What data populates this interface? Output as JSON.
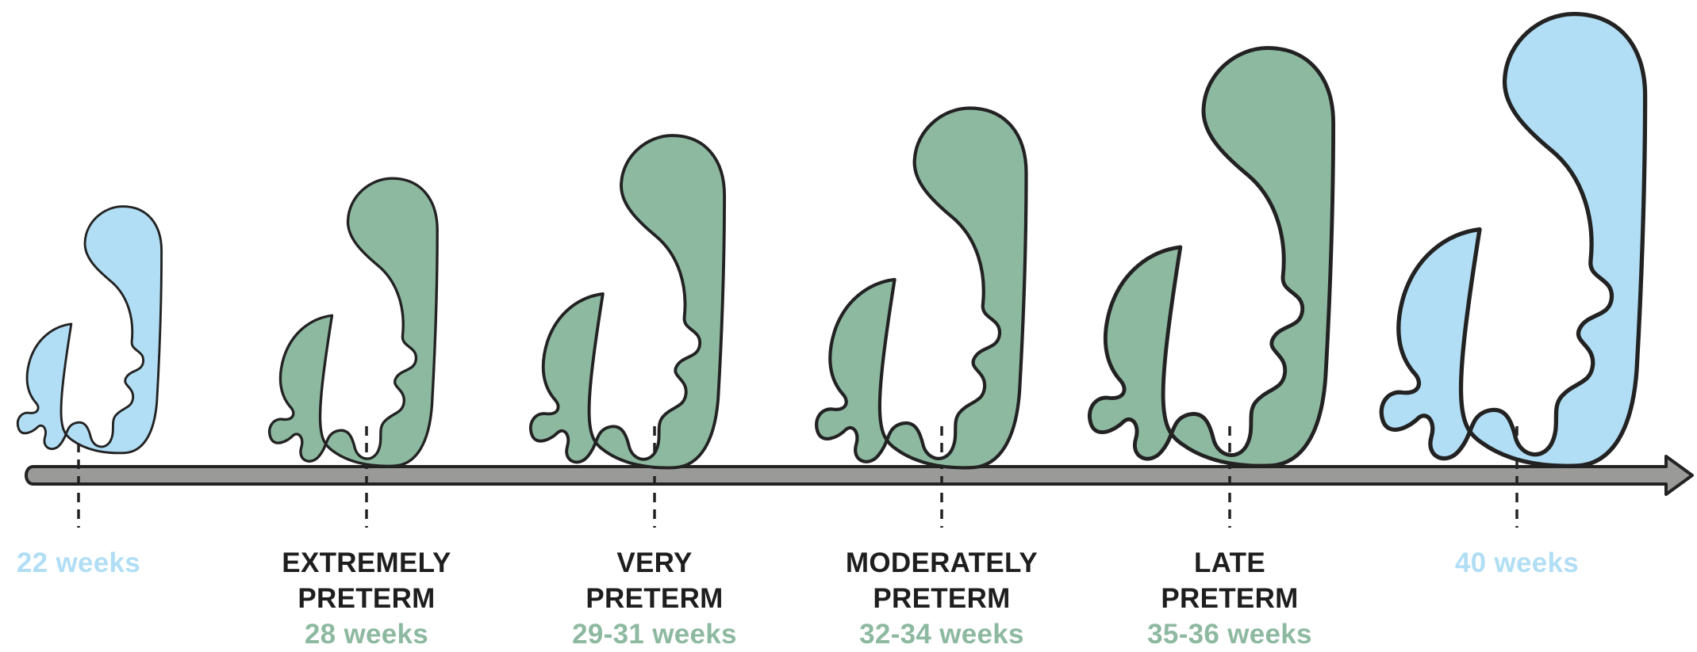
{
  "colors": {
    "blue": "#b1def5",
    "green": "#8eb9a1",
    "arrow": "#9a9a98",
    "outline": "#222222"
  },
  "stages": [
    {
      "line1": "",
      "line2": "",
      "weeks": "22 weeks",
      "color": "blue"
    },
    {
      "line1": "EXTREMELY",
      "line2": "PRETERM",
      "weeks": "28 weeks",
      "color": "green"
    },
    {
      "line1": "VERY",
      "line2": "PRETERM",
      "weeks": "29-31 weeks",
      "color": "green"
    },
    {
      "line1": "MODERATELY",
      "line2": "PRETERM",
      "weeks": "32-34 weeks",
      "color": "green"
    },
    {
      "line1": "LATE",
      "line2": "PRETERM",
      "weeks": "35-36 weeks",
      "color": "green"
    },
    {
      "line1": "",
      "line2": "",
      "weeks": "40 weeks",
      "color": "blue"
    }
  ]
}
